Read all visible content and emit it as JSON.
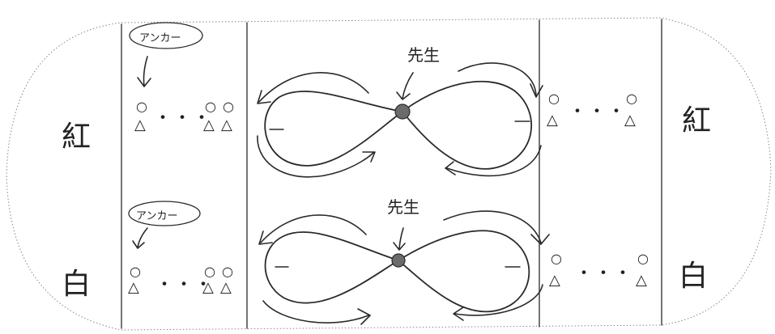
{
  "labels": {
    "red": "紅",
    "white": "白",
    "teacher": "先生",
    "anchor": "アンカー",
    "ellipsis": "・・・"
  },
  "symbols": {
    "circle": "○",
    "triangle": "△"
  },
  "colors": {
    "ink": "#2a2a2a",
    "teacher_dot": "#6b6b6b",
    "paper": "#ffffff"
  }
}
